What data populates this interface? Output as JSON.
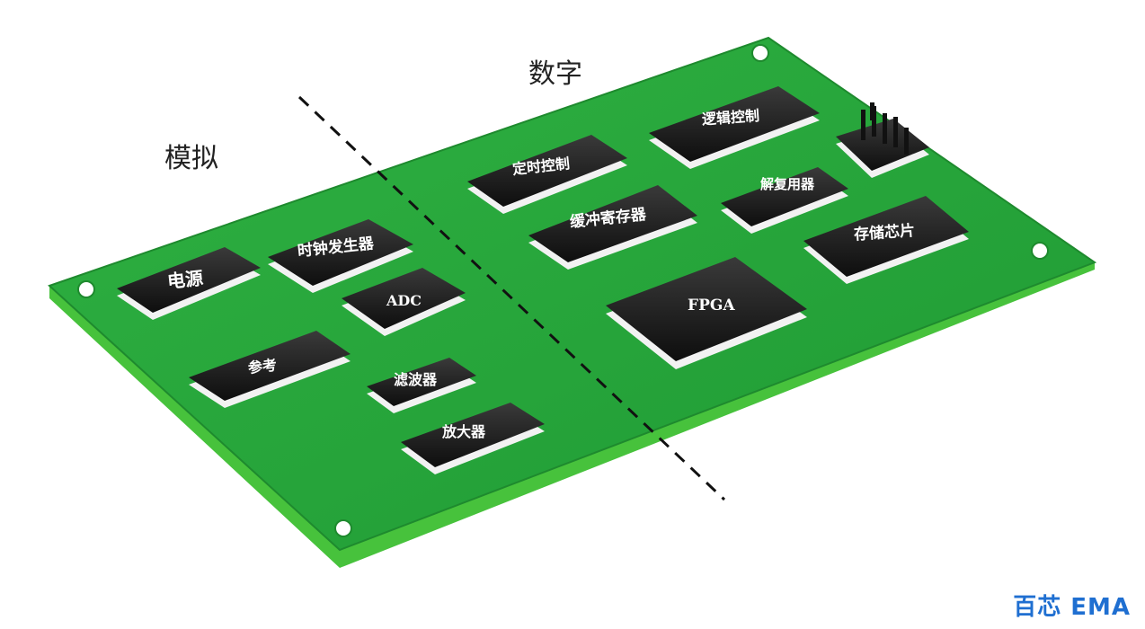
{
  "regions": {
    "analog": "模拟",
    "digital": "数字"
  },
  "chips": {
    "power": "电源",
    "clock": "时钟发生器",
    "adc": "ADC",
    "reference": "参考",
    "filter": "滤波器",
    "amplifier": "放大器",
    "timing": "定时控制",
    "logic": "逻辑控制",
    "demux": "解复用器",
    "buffer": "缓冲寄存器",
    "memory": "存储芯片",
    "fpga": "FPGA"
  },
  "watermark": "百芯 EMA",
  "colors": {
    "board": "#26a83a",
    "board_edge": "#1e8a2e",
    "board_side": "#48c53e",
    "chip_body": "#1b1b1b",
    "chip_band": "#f2f2f2",
    "divider": "#111111"
  }
}
